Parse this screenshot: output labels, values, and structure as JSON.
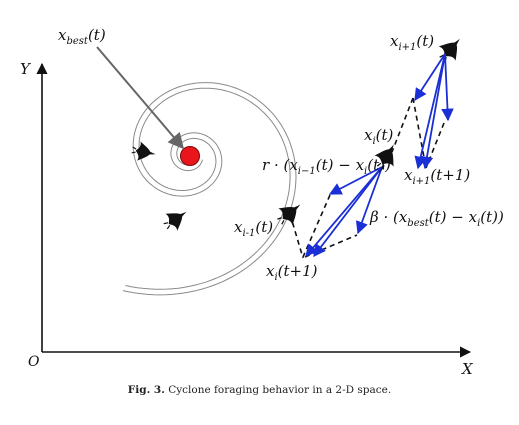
{
  "labels": {
    "x_best": "x",
    "x_best_sub": "best",
    "t": "(t)",
    "y_axis": "Y",
    "x_axis": "X",
    "origin": "O",
    "xi_plus1_top": "x",
    "xi_plus1_top_sub": "i+1",
    "xi_mid": "x",
    "xi_mid_sub": "i",
    "xi_plus1_t_plus1": "x",
    "xi_plus1_t_plus1_sub": "i+1",
    "t_plus1": "(t+1)",
    "r_term": "r · (x",
    "r_term_sub1": "i−1",
    "r_term_mid": "(t) − x",
    "r_term_sub2": "i",
    "r_term_end": "(t))",
    "beta_term": "β · (x",
    "beta_term_sub1": "best",
    "beta_term_mid": "(t) − x",
    "beta_term_sub2": "i",
    "beta_term_end": "(t))",
    "xi_minus1": "x",
    "xi_minus1_sub": "i-1",
    "xi_t_plus1": "x",
    "xi_t_plus1_sub": "i"
  },
  "caption": {
    "label": "Fig. 3.",
    "text": "Cyclone foraging behavior in a 2-D space."
  },
  "colors": {
    "arrow_blue": "#1a2fd6",
    "best_point": "#e8161b",
    "spiral": "#8a8a8a"
  }
}
